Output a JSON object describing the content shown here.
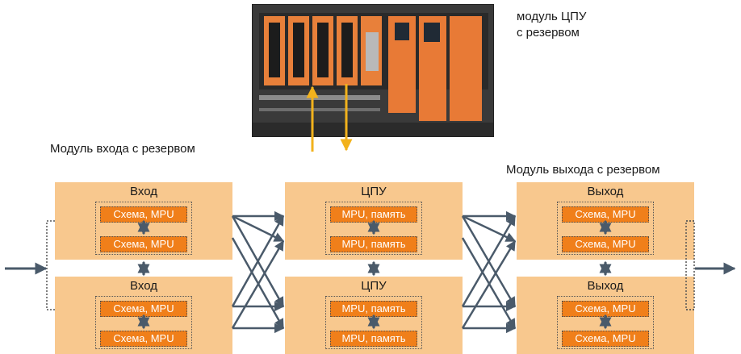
{
  "labels": {
    "cpu_module": [
      "модуль ЦПУ",
      "с резервом"
    ],
    "input_module": "Модуль входа с резервом",
    "output_module": "Модуль выхода с резервом"
  },
  "blocks": {
    "input_top": {
      "title": "Вход",
      "chips": [
        "Схема, MPU",
        "Схема, MPU"
      ]
    },
    "input_bot": {
      "title": "Вход",
      "chips": [
        "Схема, MPU",
        "Схема, MPU"
      ]
    },
    "cpu_top": {
      "title": "ЦПУ",
      "chips": [
        "MPU, память",
        "MPU, память"
      ]
    },
    "cpu_bot": {
      "title": "ЦПУ",
      "chips": [
        "MPU, память",
        "MPU, память"
      ]
    },
    "output_top": {
      "title": "Выход",
      "chips": [
        "Схема, MPU",
        "Схема, MPU"
      ]
    },
    "output_bot": {
      "title": "Выход",
      "chips": [
        "Схема, MPU",
        "Схема, MPU"
      ]
    }
  },
  "colors": {
    "block_fill": "#f8c88e",
    "chip_fill": "#f07f1a",
    "arrow": "#4a5a6a",
    "yellow_arrow": "#f2b21c"
  }
}
